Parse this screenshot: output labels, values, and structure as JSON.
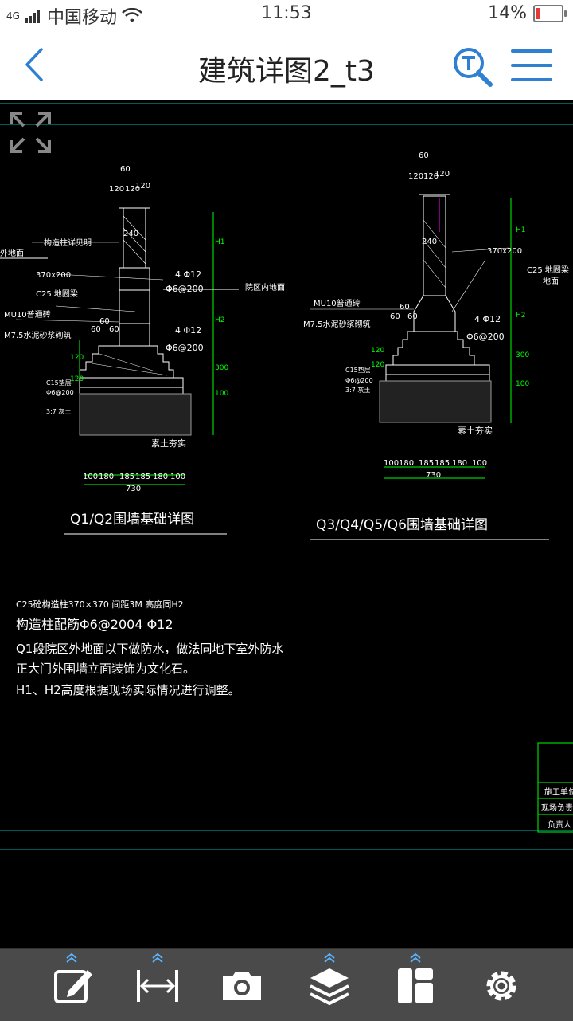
{
  "status": {
    "carrier": "中国移动",
    "network": "4G",
    "time": "11:53",
    "battery": "14%"
  },
  "header": {
    "title": "建筑详图2_t3"
  },
  "icons": [
    "back-icon",
    "zoom-text-icon",
    "menu-icon",
    "fullscreen-icon",
    "edit-icon",
    "measure-icon",
    "camera-icon",
    "layers-icon",
    "layout-icon",
    "settings-icon"
  ],
  "left_detail": {
    "title": "Q1/Q2围墙基础详图",
    "dims_top": [
      "60",
      "120",
      "120",
      "120",
      "240"
    ],
    "labels": [
      "构造柱详见明",
      "外地面",
      "370x200",
      "C25  地圈梁",
      "4 Φ12",
      "Φ6@200",
      "院区内地面",
      "MU10普通砖",
      "M7.5水泥砂浆砌筑",
      "60",
      "60",
      "60",
      "4 Φ12",
      "Φ6@200",
      "C15垫层",
      "Φ6@200",
      "3:7 灰土",
      "素土夯实"
    ],
    "side_dims": [
      "H1",
      "H2",
      "300",
      "100",
      "120",
      "120"
    ],
    "bottom_dims": [
      "100",
      "180",
      "185",
      "185",
      "180",
      "100"
    ],
    "total": "730"
  },
  "right_detail": {
    "title": "Q3/Q4/Q5/Q6围墙基础详图",
    "dims_top": [
      "60",
      "120",
      "120",
      "120",
      "240"
    ],
    "labels": [
      "370x200",
      "C25  地圈梁",
      "地面",
      "MU10普通砖",
      "M7.5水泥砂浆砌筑",
      "60",
      "60",
      "60",
      "4 Φ12",
      "Φ6@200",
      "C15垫层",
      "Φ6@200",
      "3:7 灰土",
      "素土夯实"
    ],
    "side_dims": [
      "H1",
      "H2",
      "300",
      "100",
      "120",
      "120"
    ],
    "bottom_dims": [
      "100",
      "180",
      "185",
      "185",
      "180",
      "100"
    ],
    "total": "730"
  },
  "notes": [
    "C25砼构造柱370×370  间距3M  高度同H2",
    "构造柱配筋Φ6@2004 Φ12",
    "Q1段院区外地面以下做防水，做法同地下室外防水",
    "正大门外围墙立面装饰为文化石。",
    "H1、H2高度根据现场实际情况进行调整。"
  ],
  "titleblock": [
    "施工单位",
    "现场负责人",
    "负责人"
  ],
  "colors": {
    "accent": "#2f80d1",
    "cad_line": "#ffffff",
    "cad_dim": "#00ff00",
    "cad_cyan": "#00ffff",
    "cad_magenta": "#ff00ff"
  }
}
